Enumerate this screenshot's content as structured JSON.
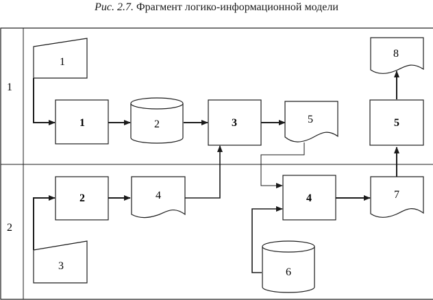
{
  "caption": {
    "prefix": "Рис. 2.7.",
    "text": "Фрагмент логико-информационной модели"
  },
  "rows": [
    {
      "label": "1"
    },
    {
      "label": "2"
    }
  ],
  "processes": [
    {
      "label": "1"
    },
    {
      "label": "2"
    },
    {
      "label": "3"
    },
    {
      "label": "4"
    },
    {
      "label": "5"
    }
  ],
  "inputs": [
    {
      "label": "1"
    },
    {
      "label": "3"
    }
  ],
  "storages": [
    {
      "label": "2"
    },
    {
      "label": "6"
    }
  ],
  "documents": [
    {
      "label": "4"
    },
    {
      "label": "5"
    },
    {
      "label": "7"
    },
    {
      "label": "8"
    }
  ],
  "colors": {
    "line": "#1a1a1a",
    "background": "#ffffff"
  }
}
